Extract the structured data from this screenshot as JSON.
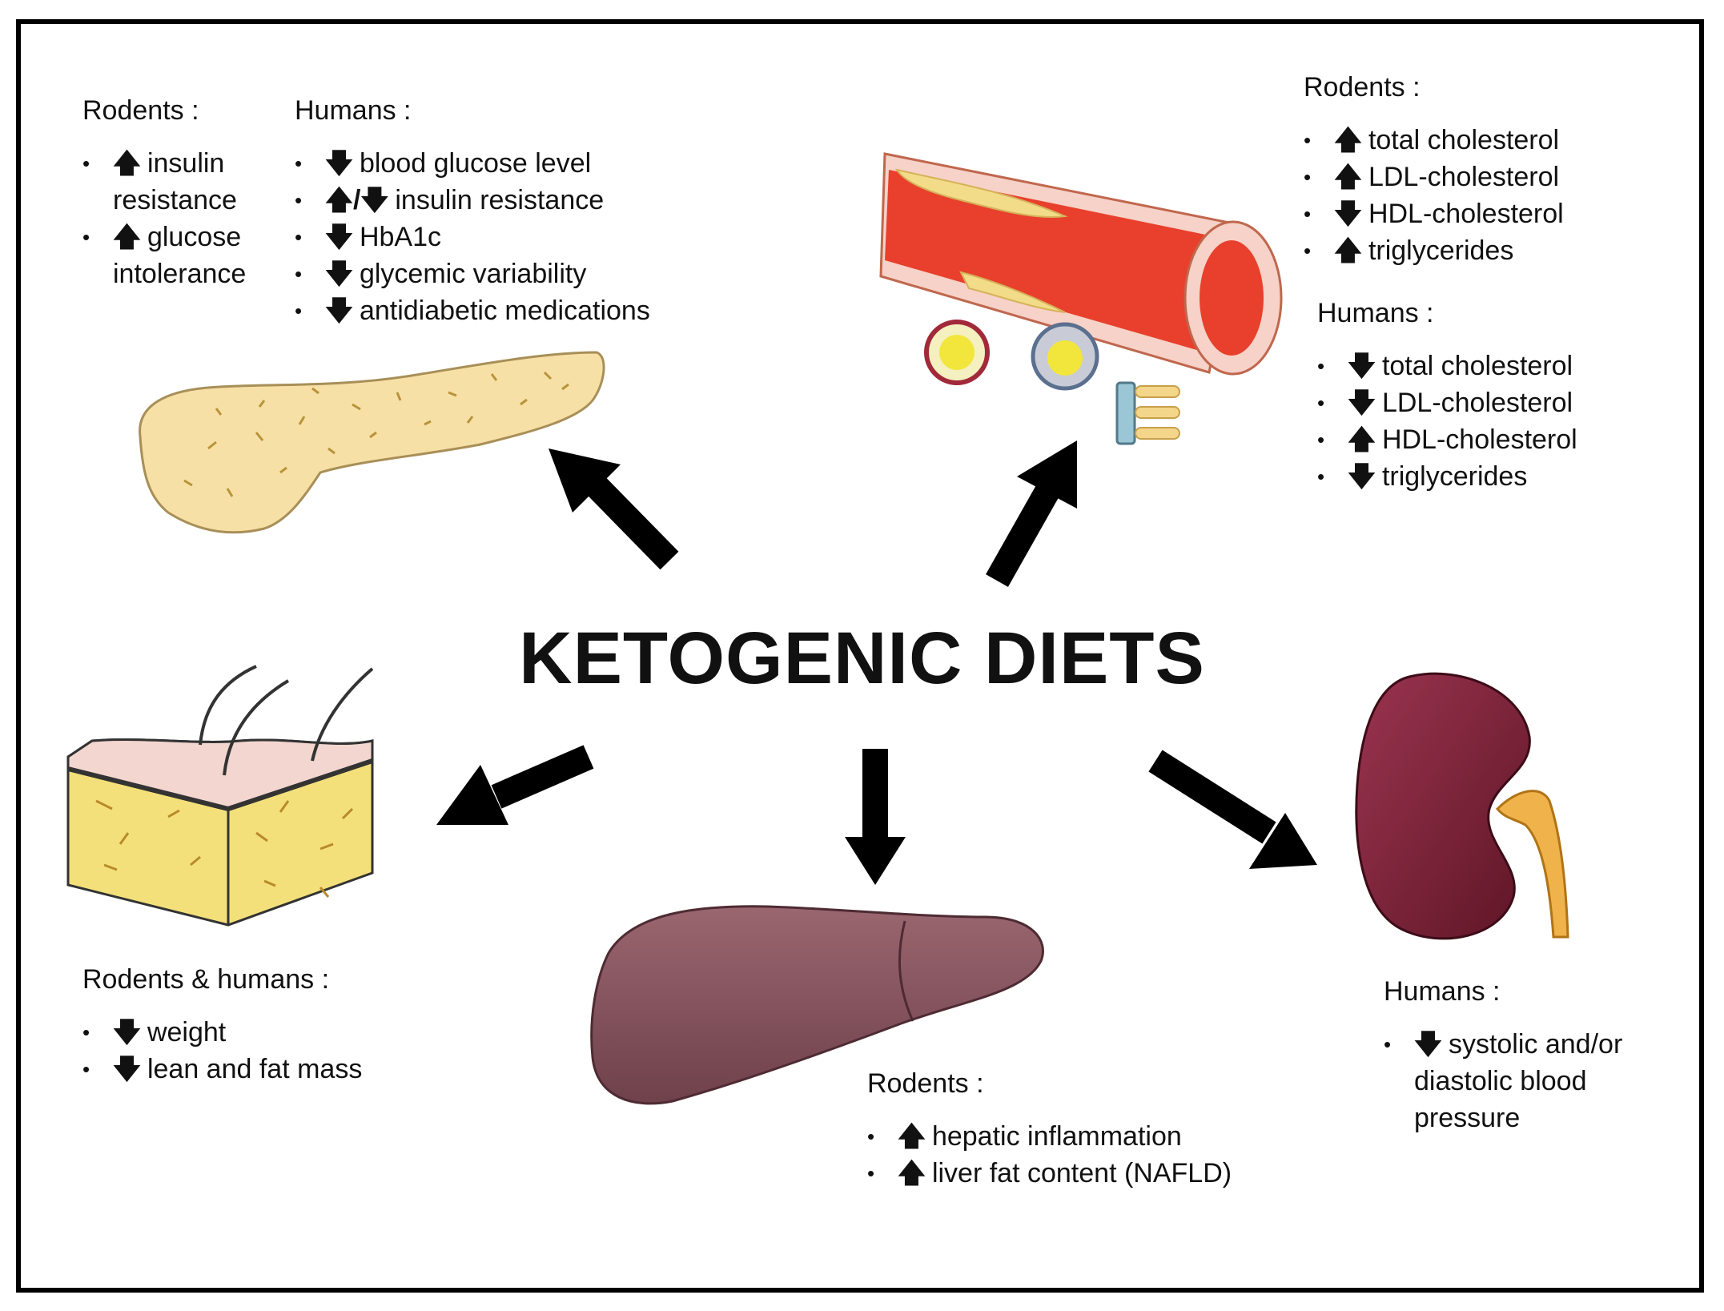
{
  "title": "KETOGENIC DIETS",
  "pancreas_panel": {
    "rodents": {
      "header": "Rodents :",
      "items": [
        {
          "dir": "up",
          "arrow": "🡅",
          "text": "insulin resistance"
        },
        {
          "dir": "up",
          "arrow": "🡅",
          "text": "glucose intolerance"
        }
      ]
    },
    "humans": {
      "header": "Humans :",
      "items": [
        {
          "dir": "down",
          "arrow": "🡇",
          "text": "blood glucose level"
        },
        {
          "dir": "up/down",
          "arrow": "🡅/🡇",
          "text": "insulin resistance"
        },
        {
          "dir": "down",
          "arrow": "🡇",
          "text": "HbA1c"
        },
        {
          "dir": "down",
          "arrow": "🡇",
          "text": "glycemic variability"
        },
        {
          "dir": "down",
          "arrow": "🡇",
          "text": "antidiabetic medications"
        }
      ]
    }
  },
  "vessel_panel": {
    "rodents": {
      "header": "Rodents :",
      "items": [
        {
          "dir": "up",
          "arrow": "🡅",
          "text": "total cholesterol"
        },
        {
          "dir": "up",
          "arrow": "🡅",
          "text": "LDL-cholesterol"
        },
        {
          "dir": "down",
          "arrow": "🡇",
          "text": "HDL-cholesterol"
        },
        {
          "dir": "up",
          "arrow": "🡅",
          "text": "triglycerides"
        }
      ]
    },
    "humans": {
      "header": "Humans :",
      "items": [
        {
          "dir": "down",
          "arrow": "🡇",
          "text": "total cholesterol"
        },
        {
          "dir": "down",
          "arrow": "🡇",
          "text": "LDL-cholesterol"
        },
        {
          "dir": "up",
          "arrow": "🡅",
          "text": "HDL-cholesterol"
        },
        {
          "dir": "down",
          "arrow": "🡇",
          "text": "triglycerides"
        }
      ]
    }
  },
  "adipose_panel": {
    "header": "Rodents & humans :",
    "items": [
      {
        "dir": "down",
        "arrow": "🡇",
        "text": "weight"
      },
      {
        "dir": "down",
        "arrow": "🡇",
        "text": "lean and fat mass"
      }
    ]
  },
  "liver_panel": {
    "header": "Rodents :",
    "items": [
      {
        "dir": "up",
        "arrow": "🡅",
        "text": "hepatic inflammation"
      },
      {
        "dir": "up",
        "arrow": "🡅",
        "text": "liver fat content (NAFLD)"
      }
    ]
  },
  "kidney_panel": {
    "header": "Humans :",
    "items": [
      {
        "dir": "down",
        "arrow": "🡇",
        "text": "systolic and/or diastolic blood pressure"
      }
    ]
  },
  "colors": {
    "pancreas": "#f7e0a6",
    "vessel_lumen": "#e8402c",
    "adipose": "#f4e07a",
    "skin": "#f3d6cf",
    "liver": "#86525e",
    "kidney": "#7e2337",
    "ureter": "#f0b24a"
  }
}
